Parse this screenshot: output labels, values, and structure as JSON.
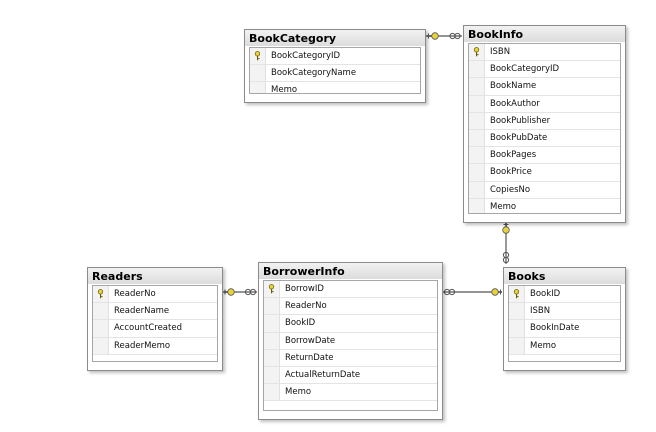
{
  "tables": {
    "bookcategory": {
      "name": "BookCategory",
      "columns": [
        {
          "label": "BookCategoryID",
          "key": true
        },
        {
          "label": "BookCategoryName",
          "key": false
        },
        {
          "label": "Memo",
          "key": false
        }
      ]
    },
    "bookinfo": {
      "name": "BookInfo",
      "columns": [
        {
          "label": "ISBN",
          "key": true
        },
        {
          "label": "BookCategoryID",
          "key": false
        },
        {
          "label": "BookName",
          "key": false
        },
        {
          "label": "BookAuthor",
          "key": false
        },
        {
          "label": "BookPublisher",
          "key": false
        },
        {
          "label": "BookPubDate",
          "key": false
        },
        {
          "label": "BookPages",
          "key": false
        },
        {
          "label": "BookPrice",
          "key": false
        },
        {
          "label": "CopiesNo",
          "key": false
        },
        {
          "label": "Memo",
          "key": false
        }
      ]
    },
    "readers": {
      "name": "Readers",
      "columns": [
        {
          "label": "ReaderNo",
          "key": true
        },
        {
          "label": "ReaderName",
          "key": false
        },
        {
          "label": "AccountCreated",
          "key": false
        },
        {
          "label": "ReaderMemo",
          "key": false
        }
      ]
    },
    "borrowerinfo": {
      "name": "BorrowerInfo",
      "columns": [
        {
          "label": "BorrowID",
          "key": true
        },
        {
          "label": "ReaderNo",
          "key": false
        },
        {
          "label": "BookID",
          "key": false
        },
        {
          "label": "BorrowDate",
          "key": false
        },
        {
          "label": "ReturnDate",
          "key": false
        },
        {
          "label": "ActualReturnDate",
          "key": false
        },
        {
          "label": "Memo",
          "key": false
        }
      ]
    },
    "books": {
      "name": "Books",
      "columns": [
        {
          "label": "BookID",
          "key": true
        },
        {
          "label": "ISBN",
          "key": false
        },
        {
          "label": "BookInDate",
          "key": false
        },
        {
          "label": "Memo",
          "key": false
        }
      ]
    }
  },
  "colors": {
    "key_fill": "#e8d23a",
    "connector_line": "#555555"
  },
  "icons": {
    "primary_key": "key-icon",
    "relationship_one_end": "key-icon",
    "relationship_many_end": "infinity-icon"
  }
}
